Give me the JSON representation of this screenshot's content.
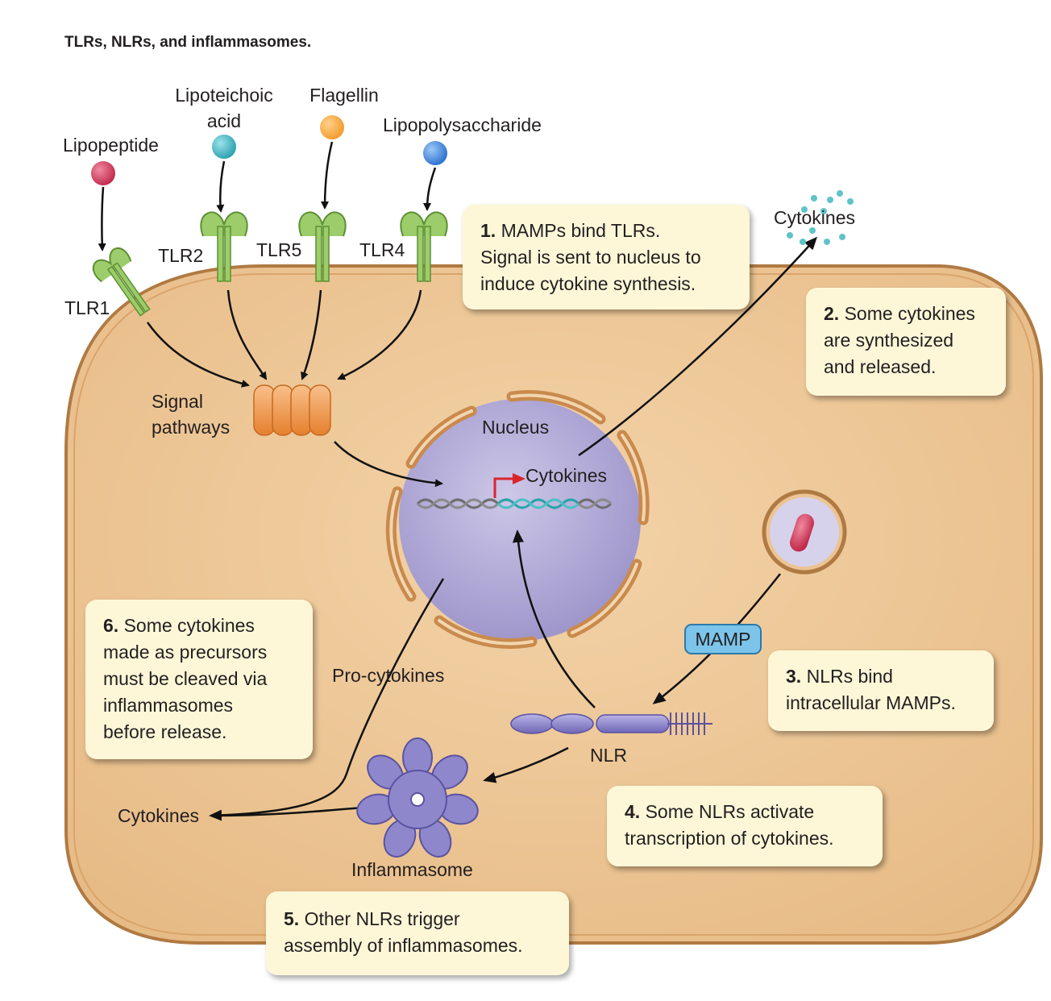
{
  "title": "TLRs, NLRs, and inflammasomes.",
  "ligands": {
    "lipopeptide": "Lipopeptide",
    "lipoteichoic_1": "Lipoteichoic",
    "lipoteichoic_2": "acid",
    "flagellin": "Flagellin",
    "lps": "Lipopolysaccharide"
  },
  "receptors": {
    "tlr1": "TLR1",
    "tlr2": "TLR2",
    "tlr5": "TLR5",
    "tlr4": "TLR4",
    "nlr": "NLR"
  },
  "labels": {
    "signal_1": "Signal",
    "signal_2": "pathways",
    "nucleus": "Nucleus",
    "cytokines_gene": "Cytokines",
    "cytokines_out": "Cytokines",
    "cytokines_left": "Cytokines",
    "procytokines": "Pro-cytokines",
    "mamp": "MAMP",
    "inflammasome": "Inflammasome"
  },
  "steps": {
    "s1_num": "1.",
    "s1_l1": "MAMPs bind TLRs.",
    "s1_l2": "Signal is sent to nucleus to",
    "s1_l3": "induce cytokine synthesis.",
    "s2_num": "2.",
    "s2_l1": "Some cytokines",
    "s2_l2": "are synthesized",
    "s2_l3": "and released.",
    "s3_num": "3.",
    "s3_l1": "NLRs bind",
    "s3_l2": "intracellular MAMPs.",
    "s4_num": "4.",
    "s4_l1": "Some NLRs activate",
    "s4_l2": "transcription of cytokines.",
    "s5_num": "5.",
    "s5_l1": "Other NLRs trigger",
    "s5_l2": "assembly of inflammasomes.",
    "s6_num": "6.",
    "s6_l1": "Some cytokines",
    "s6_l2": "made as precursors",
    "s6_l3": "must be cleaved via",
    "s6_l4": "inflammasomes",
    "s6_l5": "before release."
  },
  "colors": {
    "cell_fill": "#ecc494",
    "cell_border": "#b07a43",
    "nucleus_fill": "#b5aed6",
    "receptor_green": "#9ccd6a",
    "signal_orange": "#f09a52",
    "nlr_purple": "#8e87cc",
    "mamp_blue": "#7cc4ea",
    "box_fill": "#fdf7d8"
  }
}
